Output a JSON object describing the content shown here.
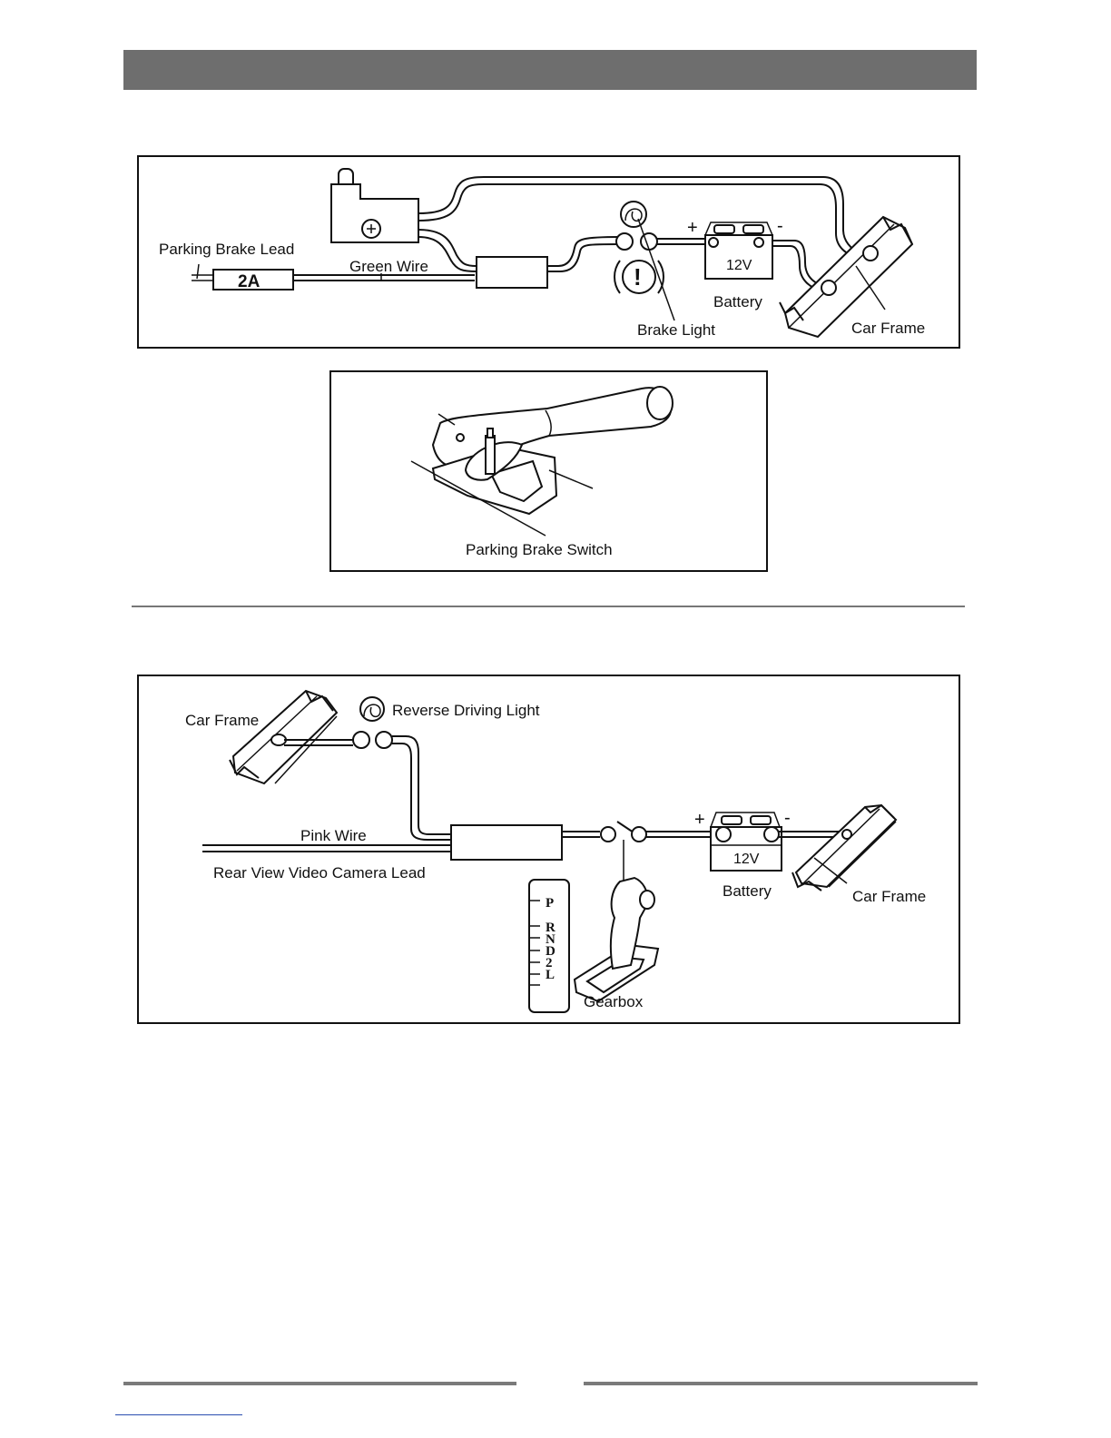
{
  "colors": {
    "header_bar": "#6e6e6e",
    "rule": "#7a7a7a",
    "line": "#111111",
    "link_underline": "#2a4db0"
  },
  "parking_brake_diagram": {
    "parking_brake_lead": "Parking Brake Lead",
    "fuse_rating": "2A",
    "green_wire": "Green Wire",
    "battery_plus": "+",
    "battery_minus": "-",
    "battery_voltage": "12V",
    "battery_label": "Battery",
    "brake_light": "Brake Light",
    "car_frame": "Car Frame",
    "warning_symbol": "!"
  },
  "switch_diagram": {
    "parking_brake_switch": "Parking Brake Switch"
  },
  "reverse_diagram": {
    "car_frame_left": "Car Frame",
    "reverse_driving_light": "Reverse Driving Light",
    "pink_wire": "Pink Wire",
    "rear_view_camera_lead": "Rear View Video Camera Lead",
    "battery_plus": "+",
    "battery_minus": "-",
    "battery_voltage": "12V",
    "battery_label": "Battery",
    "car_frame_right": "Car Frame",
    "gearbox": "Gearbox",
    "gear_positions": [
      "P",
      "R",
      "N",
      "D",
      "2",
      "L"
    ]
  }
}
